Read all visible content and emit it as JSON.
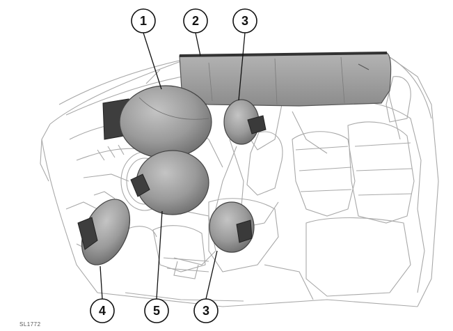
{
  "figure": {
    "code": "SL1772",
    "callouts": [
      {
        "id": "callout-1",
        "label": "1"
      },
      {
        "id": "callout-2",
        "label": "2"
      },
      {
        "id": "callout-3-upper",
        "label": "3"
      },
      {
        "id": "callout-4",
        "label": "4"
      },
      {
        "id": "callout-5",
        "label": "5"
      },
      {
        "id": "callout-3-lower",
        "label": "3"
      }
    ]
  },
  "colors": {
    "outline": "#9a9a9a",
    "airbag_fill": "#8e8e8e",
    "airbag_dark": "#4a4a4a",
    "curtain_fill": "#a3a3a3",
    "leader": "#111111"
  }
}
